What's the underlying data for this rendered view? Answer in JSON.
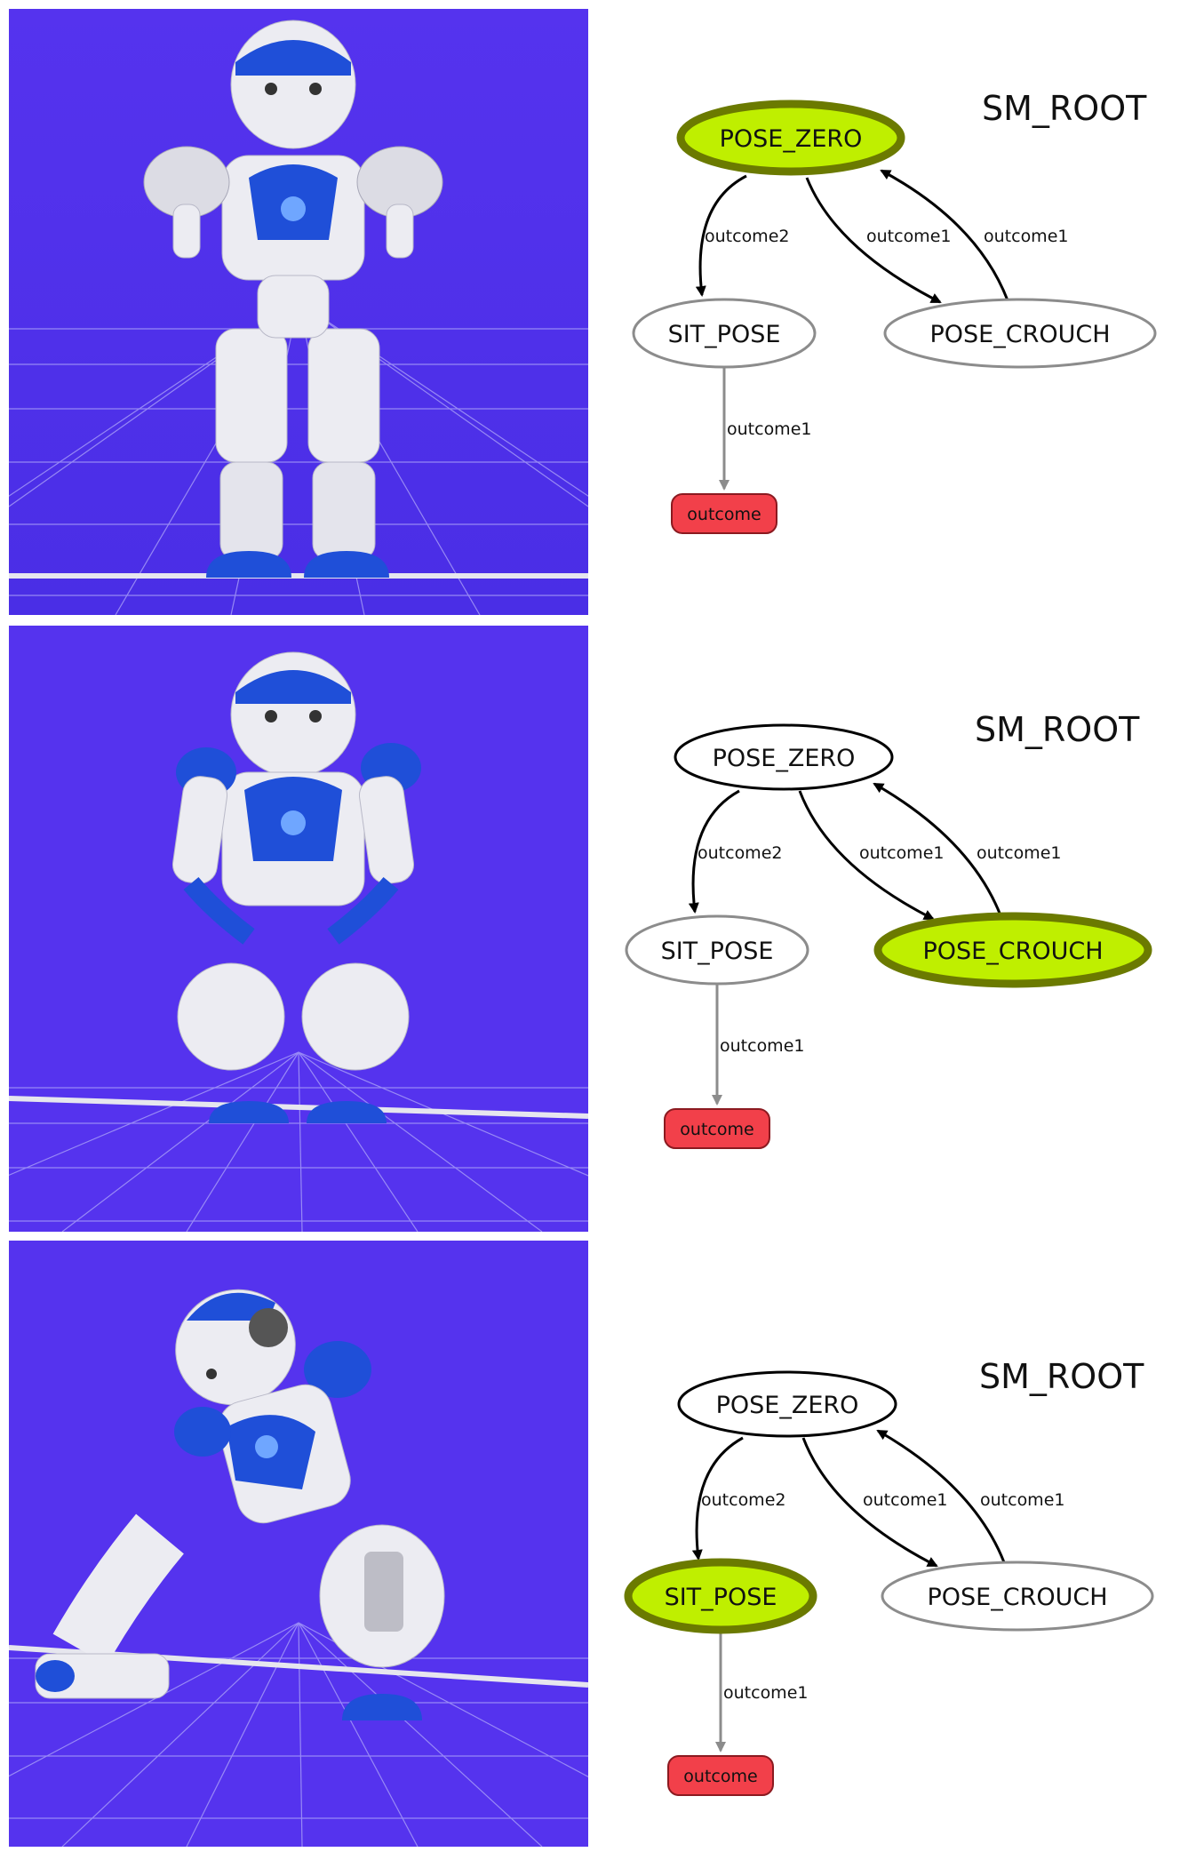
{
  "panels": [
    {
      "scene": {
        "pose": "standing",
        "background": "#5533ee"
      },
      "graph": {
        "root_label": "SM_ROOT",
        "active_state": "POSE_ZERO",
        "nodes": {
          "pose_zero": "POSE_ZERO",
          "sit_pose": "SIT_POSE",
          "pose_crouch": "POSE_CROUCH",
          "outcome": "outcome"
        },
        "edges": {
          "zero_to_sit": "outcome2",
          "zero_to_crouch": "outcome1",
          "crouch_to_zero": "outcome1",
          "sit_to_outcome": "outcome1"
        }
      }
    },
    {
      "scene": {
        "pose": "crouching",
        "background": "#5533ee"
      },
      "graph": {
        "root_label": "SM_ROOT",
        "active_state": "POSE_CROUCH",
        "nodes": {
          "pose_zero": "POSE_ZERO",
          "sit_pose": "SIT_POSE",
          "pose_crouch": "POSE_CROUCH",
          "outcome": "outcome"
        },
        "edges": {
          "zero_to_sit": "outcome2",
          "zero_to_crouch": "outcome1",
          "crouch_to_zero": "outcome1",
          "sit_to_outcome": "outcome1"
        }
      }
    },
    {
      "scene": {
        "pose": "sitting",
        "background": "#5533ee"
      },
      "graph": {
        "root_label": "SM_ROOT",
        "active_state": "SIT_POSE",
        "nodes": {
          "pose_zero": "POSE_ZERO",
          "sit_pose": "SIT_POSE",
          "pose_crouch": "POSE_CROUCH",
          "outcome": "outcome"
        },
        "edges": {
          "zero_to_sit": "outcome2",
          "zero_to_crouch": "outcome1",
          "crouch_to_zero": "outcome1",
          "sit_to_outcome": "outcome1"
        }
      }
    }
  ],
  "colors": {
    "active_fill": "#bfef00",
    "active_stroke": "#6b7a00",
    "inactive_stroke_current": "#000000",
    "inactive_stroke_other": "#8c8c8c",
    "outcome_fill": "#f2404a",
    "scene_bg": "#5533ee",
    "grid": "#b7b2ff",
    "robot_white": "#ededf2",
    "robot_blue": "#1f4fd8"
  }
}
